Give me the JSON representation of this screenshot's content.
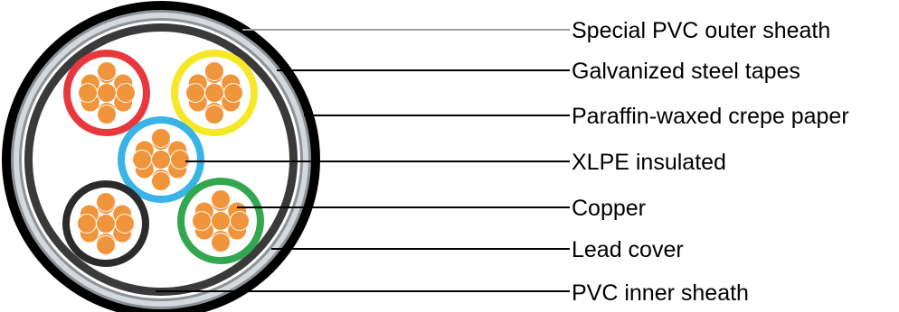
{
  "labels": [
    "Special PVC outer sheath",
    "Galvanized steel tapes",
    "Paraffin-waxed crepe paper",
    "XLPE insulated",
    "Copper",
    "Lead cover",
    "PVC inner sheath"
  ],
  "colors": {
    "outer_sheath": "#000000",
    "steel_tape_light": "#d5d8dc",
    "steel_tape_dark": "#8d9297",
    "crepe_paper": "#ffffff",
    "lead_cover": "#3a3a3a",
    "inner_sheath": "#ffffff",
    "copper": "#f0953b",
    "core_red": "#e8383d",
    "core_yellow": "#f6e829",
    "core_blue": "#3ab4e6",
    "core_black": "#2b2b2b",
    "core_green": "#33a650",
    "leader": "#000000"
  },
  "cores": [
    {
      "name": "red-core",
      "color_key": "core_red"
    },
    {
      "name": "yellow-core",
      "color_key": "core_yellow"
    },
    {
      "name": "blue-core",
      "color_key": "core_blue"
    },
    {
      "name": "black-core",
      "color_key": "core_black"
    },
    {
      "name": "green-core",
      "color_key": "core_green"
    }
  ]
}
